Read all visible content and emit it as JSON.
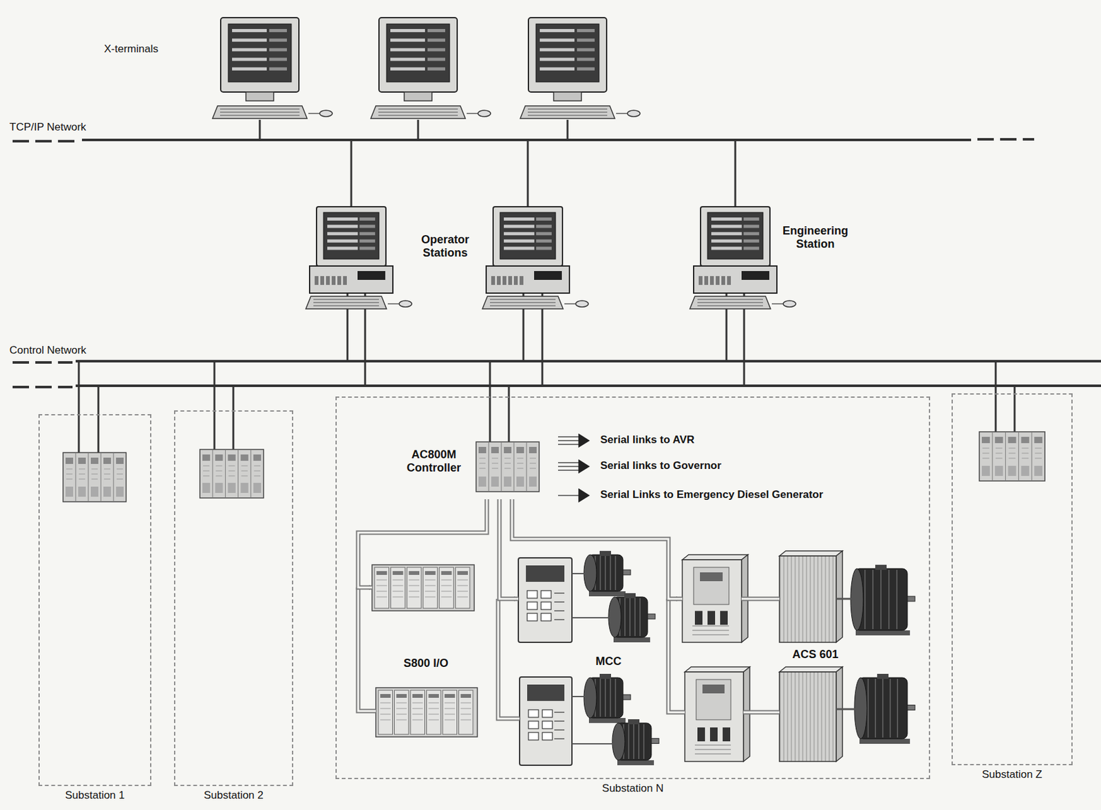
{
  "diagram": {
    "nodes": [
      {
        "text": [
          "Substation 1"
        ]
      },
      {
        "text": [
          "Substation 2"
        ]
      },
      {
        "text": [
          "Substation N"
        ]
      },
      {
        "text": [
          "Substation Z"
        ]
      },
      {
        "text": [
          "AC800M Controller"
        ],
        "in": 2
      },
      {
        "text": [
          "S800 I/O"
        ],
        "in": 2
      },
      {
        "text": [
          "MCC"
        ],
        "in": 2
      },
      {
        "text": [
          "ACS 601"
        ],
        "in": 2
      }
    ],
    "edges": [
      {
        "from": 4,
        "to": 5,
        "arrow": "none"
      },
      {
        "from": 4,
        "to": 6,
        "arrow": "none"
      },
      {
        "from": 4,
        "to": 7,
        "arrow": "none"
      }
    ],
    "labels": [
      "X-terminals",
      "TCP/IP Network",
      "Operator Stations",
      "Engineering Station",
      "Control Network",
      "Serial links to AVR",
      "Serial links to Governor",
      "Serial Links to Emergency Diesel Generator"
    ]
  }
}
